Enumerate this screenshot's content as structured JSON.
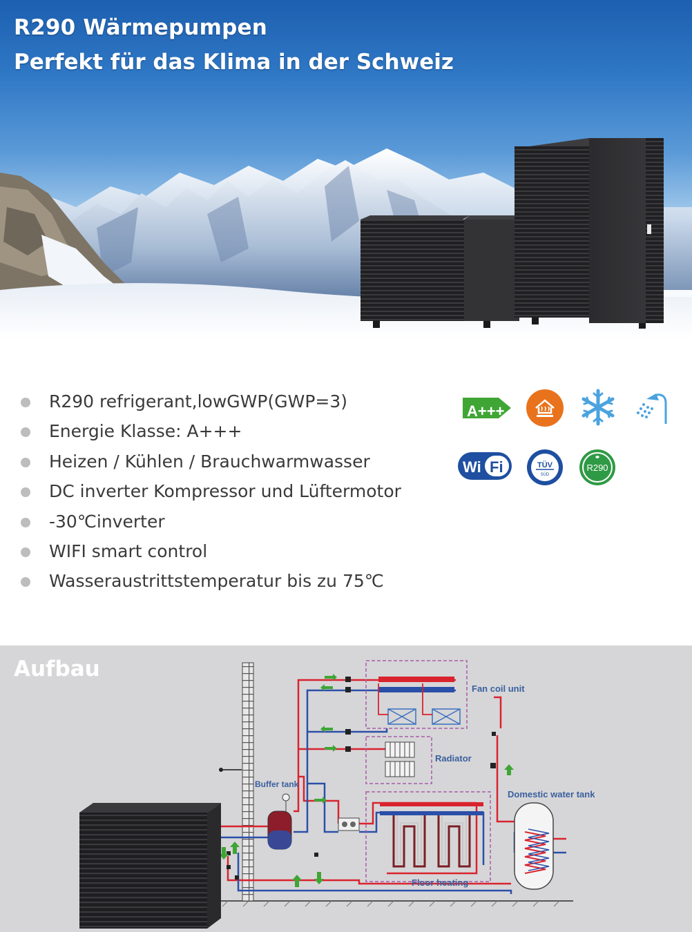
{
  "hero": {
    "title": "R290 Wärmepumpen",
    "subtitle": "Perfekt für das Klima in der Schweiz"
  },
  "features": {
    "items": [
      "R290 refrigerant,lowGWP(GWP=3)",
      "Energie Klasse: A+++",
      "Heizen / Kühlen / Brauchwarmwasser",
      "DC inverter Kompressor und Lüftermotor",
      "-30℃inverter",
      "WIFI smart control",
      "Wasseraustrittstemperatur bis zu 75℃"
    ],
    "badges": {
      "energy": "A+++",
      "wifi_left": "Wi",
      "wifi_right": "Fi",
      "tuv_top": "TÜV",
      "tuv_bottom": "SÜD",
      "r290": "R290"
    }
  },
  "aufbau": {
    "title": "Aufbau",
    "labels": {
      "fan_coil": "Fan coil unit",
      "radiator": "Radiator",
      "buffer_tank": "Buffer tank",
      "domestic_water_tank": "Domestic water tank",
      "floor_heating": "Floor heating"
    }
  },
  "colors": {
    "energy_green": "#3fa535",
    "heating_orange": "#e8731c",
    "snow_blue": "#4aa3df",
    "wifi_blue": "#1e4fa0",
    "r290_green": "#2f9a45",
    "pipe_red": "#d9232e",
    "pipe_blue": "#2b4fa8",
    "unit_dark": "#2a2a2c",
    "aufbau_bg": "#d6d6d8"
  }
}
